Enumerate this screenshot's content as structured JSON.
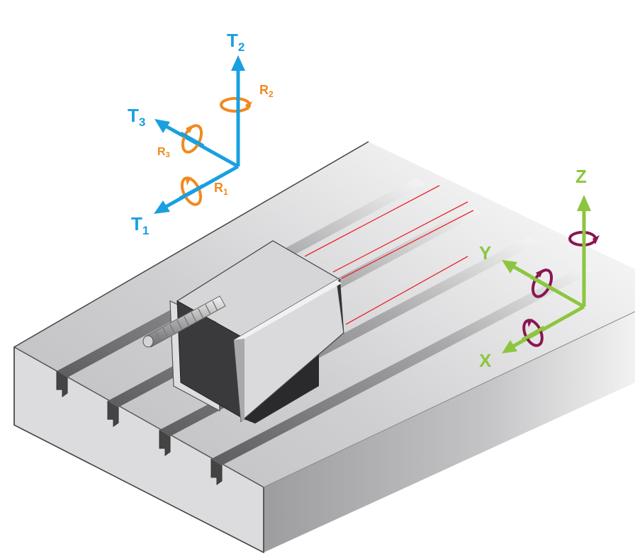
{
  "colors": {
    "blue_axes": "#1a9fe0",
    "orange_rot": "#f08a1e",
    "green_axes": "#8cc63f",
    "maroon_rot": "#8a1650",
    "laser": "#e8262a",
    "stage_dark": "#3a3a3c"
  },
  "frame_t": {
    "t1": {
      "main": "T",
      "sub": "1"
    },
    "t2": {
      "main": "T",
      "sub": "2"
    },
    "t3": {
      "main": "T",
      "sub": "3"
    },
    "r1": {
      "main": "R",
      "sub": "1"
    },
    "r2": {
      "main": "R",
      "sub": "2"
    },
    "r3": {
      "main": "R",
      "sub": "3"
    }
  },
  "frame_xyz": {
    "x": "X",
    "y": "Y",
    "z": "Z"
  }
}
